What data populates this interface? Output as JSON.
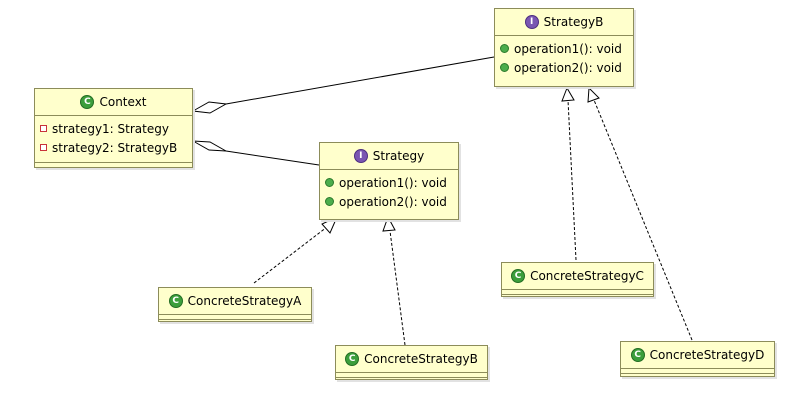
{
  "context": {
    "name": "Context",
    "attributes": [
      "strategy1: Strategy",
      "strategy2: StrategyB"
    ]
  },
  "strategy": {
    "name": "Strategy",
    "methods": [
      "operation1(): void",
      "operation2(): void"
    ]
  },
  "strategyB": {
    "name": "StrategyB",
    "methods": [
      "operation1(): void",
      "operation2(): void"
    ]
  },
  "concretes": {
    "a": "ConcreteStrategyA",
    "b": "ConcreteStrategyB",
    "c": "ConcreteStrategyC",
    "d": "ConcreteStrategyD"
  },
  "icons": {
    "class_letter": "C",
    "interface_letter": "I",
    "class_color": "#3c9e3c",
    "interface_color": "#7a56b2",
    "box_fill": "#ffffcc"
  }
}
